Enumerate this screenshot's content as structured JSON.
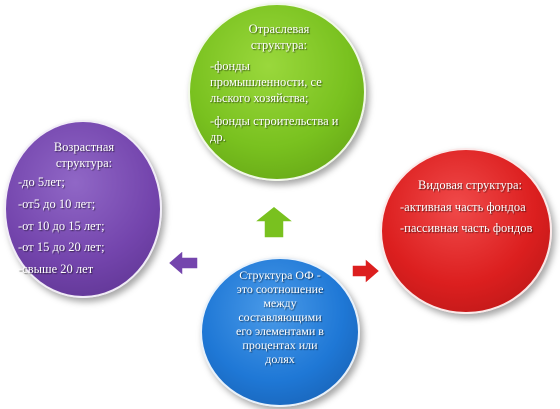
{
  "diagram": {
    "center": {
      "lines": [
        "Структура ОФ -",
        "это соотношение",
        "между",
        "составляющими",
        "его элементами в",
        "процентах или",
        "долях"
      ]
    },
    "industry": {
      "title_lines": [
        "Отраслевая",
        "структура:"
      ],
      "items": [
        "-фонды промышленности, се льского хозяйства;",
        "-фонды строительства и др."
      ]
    },
    "age": {
      "title_lines": [
        "Возрастная",
        "структура:"
      ],
      "items": [
        "-до 5лет;",
        "-от5 до 10 лет;",
        "-от 10 до 15 лет;",
        "-от 15 до 20 лет;",
        "-свыше 20 лет"
      ]
    },
    "type": {
      "title": "Видовая структура:",
      "items": [
        "-активная часть фондоа",
        "-пассивная часть фондов"
      ]
    },
    "colors": {
      "green": "#79c11f",
      "purple": "#7445ad",
      "red": "#dc1f1f",
      "blue": "#1f78d6"
    }
  }
}
